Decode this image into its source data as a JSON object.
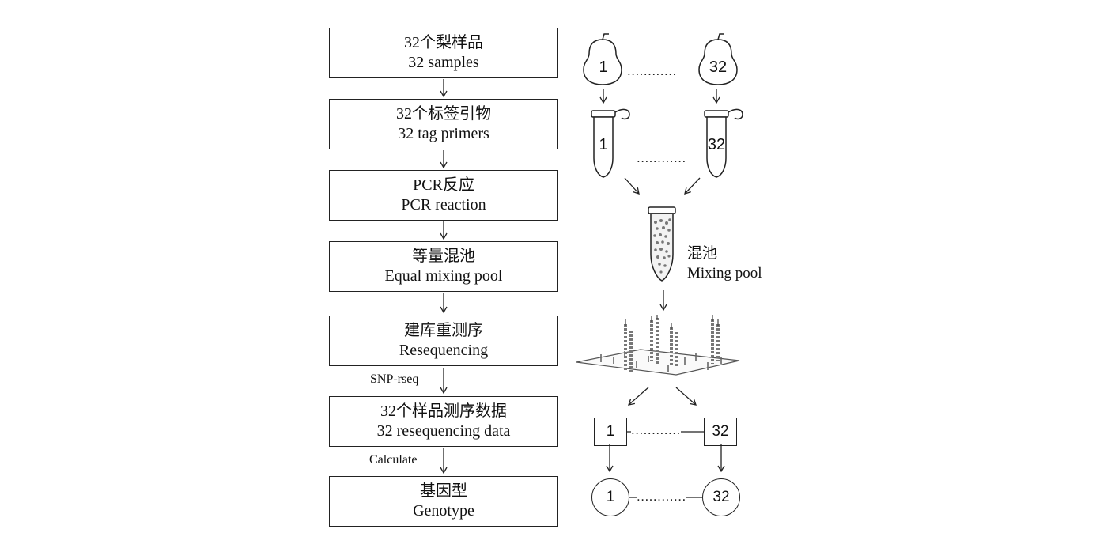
{
  "steps": [
    {
      "cn": "32个梨样品",
      "en": "32 samples"
    },
    {
      "cn": "32个标签引物",
      "en": "32  tag primers"
    },
    {
      "cn": "PCR反应",
      "en": "PCR reaction"
    },
    {
      "cn": "等量混池",
      "en": "Equal mixing pool"
    },
    {
      "cn": "建库重测序",
      "en": "Resequencing"
    },
    {
      "cn": "32个样品测序数据",
      "en": "32 resequencing data"
    },
    {
      "cn": "基因型",
      "en": "Genotype"
    }
  ],
  "step_notes": {
    "snp": "SNP-rseq",
    "calculate": "Calculate"
  },
  "right_panel": {
    "pear_first": "1",
    "pear_last": "32",
    "tube_first": "1",
    "tube_last": "32",
    "pool_cn": "混池",
    "pool_en": "Mixing pool",
    "data_first": "1",
    "data_last": "32",
    "geno_first": "1",
    "geno_last": "32",
    "ellipsis": "............"
  },
  "icons": [
    "pear-icon",
    "microtube-icon",
    "pooled-tube-icon",
    "sequencing-flowcell-icon"
  ]
}
